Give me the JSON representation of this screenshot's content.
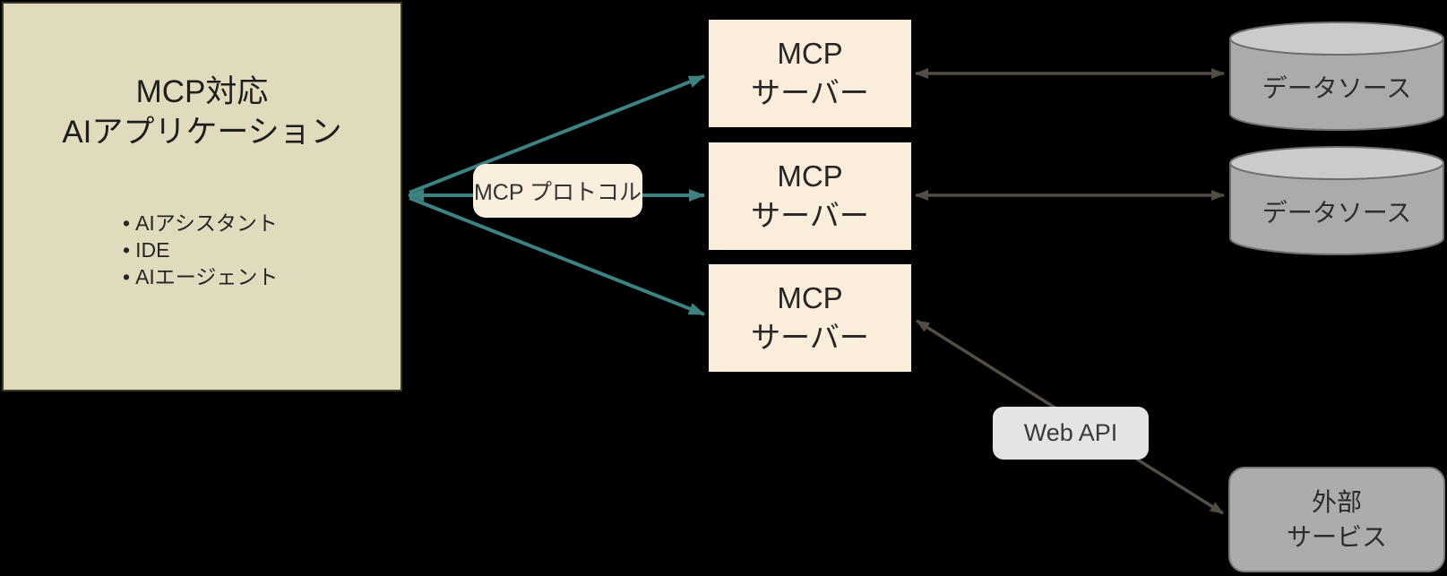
{
  "client_box": {
    "title_lines": [
      "MCP対応",
      "AIアプリケーション"
    ],
    "bullet_char": "•",
    "bullets": [
      "AIアシスタント",
      "IDE",
      "AIエージェント"
    ]
  },
  "protocol_label": "MCP プロトコル",
  "servers": [
    {
      "line1": "MCP",
      "line2": "サーバー"
    },
    {
      "line1": "MCP",
      "line2": "サーバー"
    },
    {
      "line1": "MCP",
      "line2": "サーバー"
    }
  ],
  "data_sources": [
    {
      "label": "データソース"
    },
    {
      "label": "データソース"
    }
  ],
  "web_api_label": "Web API",
  "external_service": {
    "lines": [
      "外部",
      "サービス"
    ]
  },
  "colors": {
    "background": "#000000",
    "client_box_fill": "#E1DBBE",
    "client_box_border": "#3B392A",
    "server_fill": "#FAEDDB",
    "protocol_label_fill": "#FAEFDF",
    "teal_arrow": "#3D8181",
    "dark_arrow": "#524E45",
    "cylinder_fill": "#ABABAB",
    "cylinder_top_fill": "#CBCBCB",
    "cylinder_stroke": "#6E6E6E",
    "external_fill": "#ACACAC",
    "external_border": "#7A7A7A",
    "web_api_fill": "#E4E4E4",
    "text": "#262626"
  }
}
